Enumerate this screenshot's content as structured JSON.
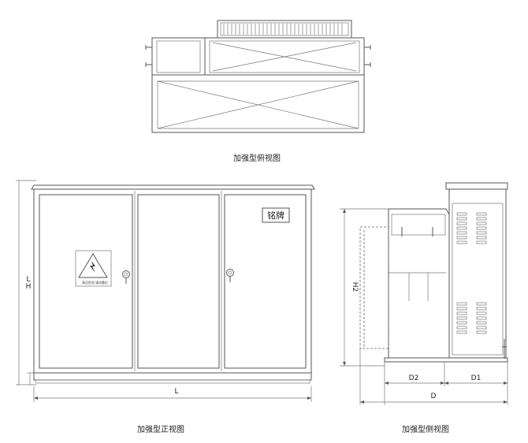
{
  "views": {
    "top": {
      "caption": "加强型俯视图"
    },
    "front": {
      "caption": "加强型正视图",
      "nameplate": "铭牌",
      "warning_text": "高压危险",
      "warning_text_2": "请勿靠近",
      "dim_width": "L",
      "dim_height": "H",
      "dim_height_small": "L"
    },
    "side": {
      "caption": "加强型侧视图",
      "dim_height": "H2",
      "dim_d1": "D1",
      "dim_d2": "D2",
      "dim_d": "D"
    }
  }
}
